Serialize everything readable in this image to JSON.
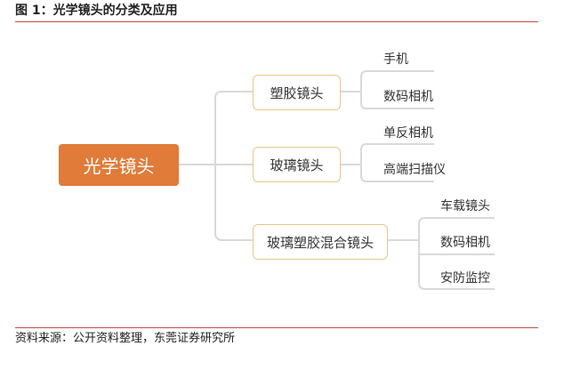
{
  "figure": {
    "title": "图 1：光学镜头的分类及应用",
    "source": "资料来源：公开资料整理，东莞证券研究所"
  },
  "diagram": {
    "root": "光学镜头",
    "categories": [
      {
        "label": "塑胶镜头",
        "items": [
          "手机",
          "数码相机"
        ]
      },
      {
        "label": "玻璃镜头",
        "items": [
          "单反相机",
          "高端扫描仪"
        ]
      },
      {
        "label": "玻璃塑胶混合镜头",
        "items": [
          "车载镜头",
          "数码相机",
          "安防监控"
        ]
      }
    ]
  },
  "colors": {
    "accent_rule": "#c0504d",
    "root_fill": "#e07b39",
    "category_border": "#e8c58c",
    "connector": "#d9d9d9"
  }
}
